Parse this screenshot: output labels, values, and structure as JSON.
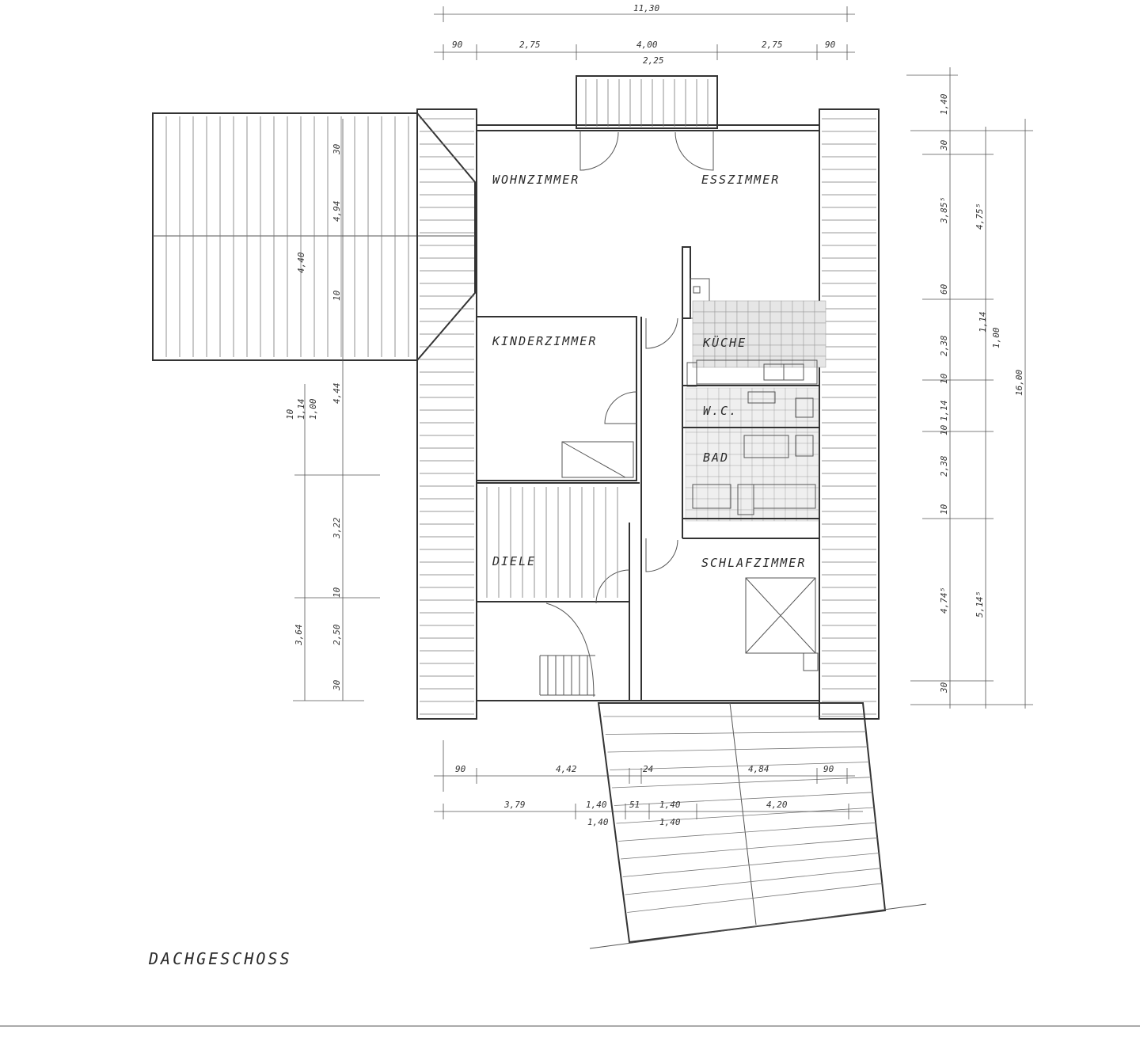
{
  "title": "DACHGESCHOSS",
  "rooms": {
    "wohnzimmer": "WOHNZIMMER",
    "esszimmer": "ESSZIMMER",
    "kinderzimmer": "KINDERZIMMER",
    "kueche": "KÜCHE",
    "wc": "W.C.",
    "bad": "BAD",
    "diele": "DIELE",
    "schlafzimmer": "SCHLAFZIMMER"
  },
  "dims_top": {
    "total": "11,30",
    "a": "90",
    "b": "2,75",
    "c": "4,00",
    "c2": "2,25",
    "d": "2,75",
    "e": "90"
  },
  "dims_bottom": {
    "r1a": "90",
    "r1b": "4,42",
    "r1c": "24",
    "r1d": "4,84",
    "r1e": "90",
    "r2a": "3,79",
    "r2b": "1,40",
    "r2b2": "1,40",
    "r2c": "51",
    "r2d": "1,40",
    "r2d2": "1,40",
    "r2e": "4,20"
  },
  "dims_right": {
    "a": "1,40",
    "b": "30",
    "c": "3,85⁵",
    "d": "4,75⁵",
    "e": "60",
    "f": "2,38",
    "g": "10",
    "h": "1,14",
    "i": "10",
    "j": "2,38",
    "k": "10",
    "l": "4,74⁵",
    "m": "5,14⁵",
    "n": "30",
    "o": "16,00",
    "p": "1,00",
    "q": "1,14"
  },
  "dims_left": {
    "a": "30",
    "b": "4,94",
    "c": "4,40",
    "d": "10",
    "e": "4,44",
    "f": "3,22",
    "g": "10",
    "h": "2,50",
    "i": "3,64",
    "j": "30",
    "k": "1,00",
    "l": "1,14",
    "m": "10"
  }
}
